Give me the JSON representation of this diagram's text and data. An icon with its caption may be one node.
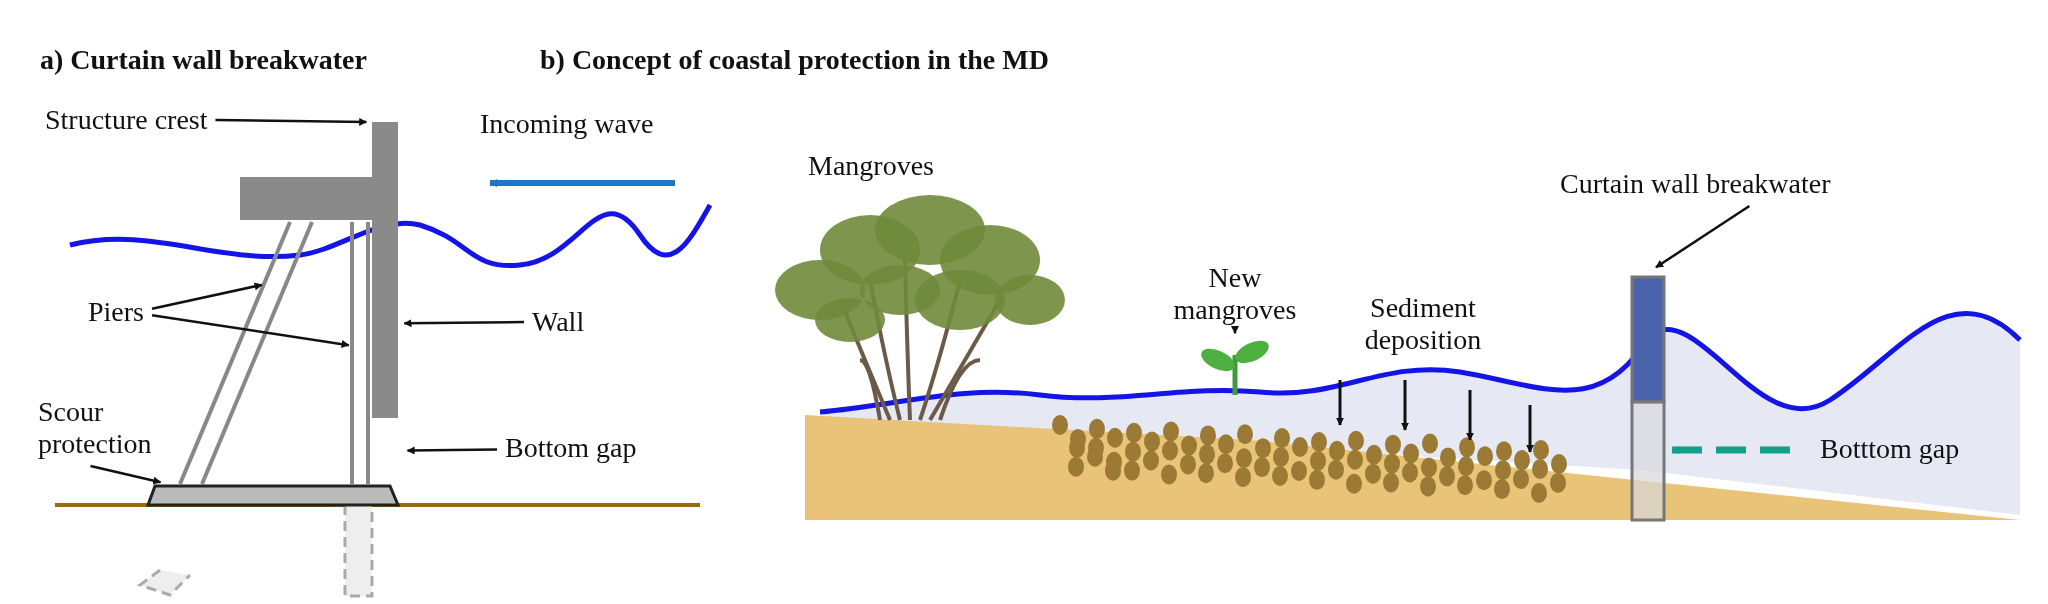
{
  "diagram": {
    "nodes": [
      {
        "text": [
          "Structure crest"
        ]
      },
      {
        "text": [],
        "shape": "box"
      },
      {
        "text": [
          "Wall"
        ]
      },
      {
        "text": [
          "Piers"
        ]
      },
      {
        "text": [],
        "shape": "bar"
      },
      {
        "text": [],
        "shape": "bar"
      },
      {
        "text": [
          "Scour protection"
        ]
      },
      {
        "text": [],
        "shape": "box"
      },
      {
        "text": [
          "Bottom gap"
        ]
      },
      {
        "text": [
          "Curtain wall breakwater"
        ]
      },
      {
        "text": [],
        "shape": "box"
      },
      {
        "text": [
          "New mangroves"
        ]
      },
      {
        "text": [],
        "shape": "picture"
      }
    ],
    "edges": [
      {
        "from": 0,
        "to": 1,
        "arrow": "to"
      },
      {
        "from": 2,
        "to": 1,
        "arrow": "to"
      },
      {
        "from": 3,
        "to": 4,
        "arrow": "to"
      },
      {
        "from": 3,
        "to": 5,
        "arrow": "to"
      },
      {
        "from": 6,
        "to": 7,
        "arrow": "to"
      },
      {
        "from": 8,
        "to": 1,
        "arrow": "to"
      },
      {
        "from": 9,
        "to": 10,
        "arrow": "to"
      },
      {
        "from": 11,
        "to": 12,
        "arrow": "to"
      }
    ],
    "labels": [
      "a) Curtain wall breakwater",
      "b) Concept of coastal protection in the MD",
      "Incoming wave",
      "Mangroves",
      "Sediment deposition",
      "Botttom gap"
    ]
  }
}
